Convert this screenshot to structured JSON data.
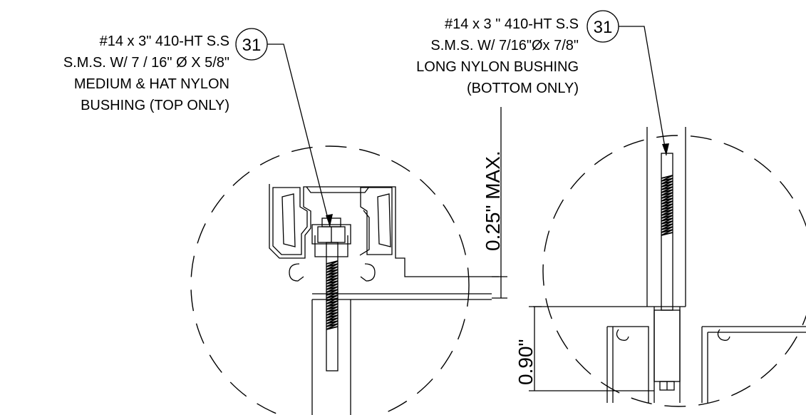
{
  "left_detail": {
    "callout_lines": [
      "#14 x 3\" 410-HT S.S",
      "S.M.S.  W/ 7 / 16\" Ø X 5/8\"",
      "MEDIUM  & HAT NYLON",
      "BUSHING (TOP ONLY)"
    ],
    "balloon": "31",
    "dimension": "0.25\" MAX."
  },
  "right_detail": {
    "callout_lines": [
      "#14 x 3 \" 410-HT S.S",
      "S.M.S. W/ 7/16\"Øx 7/8\"",
      "LONG NYLON BUSHING",
      "(BOTTOM ONLY)"
    ],
    "balloon": "31",
    "dimension": "0.90\""
  },
  "colors": {
    "line": "#000000",
    "background": "#ffffff"
  }
}
